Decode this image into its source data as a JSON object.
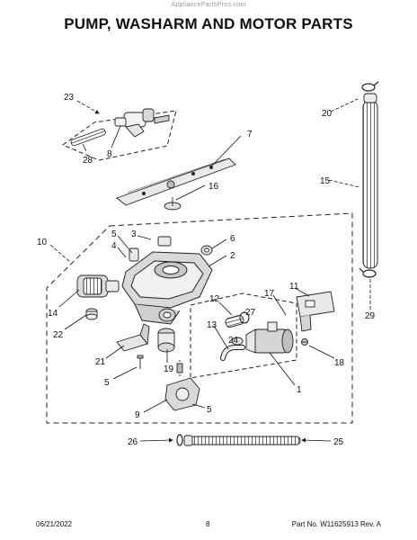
{
  "header": {
    "watermark": "AppliancePartsPros.com",
    "title": "PUMP, WASHARM AND MOTOR PARTS"
  },
  "callouts": {
    "c23": "23",
    "c8": "8",
    "c28": "28",
    "c7": "7",
    "c20": "20",
    "c15": "15",
    "c16": "16",
    "c10": "10",
    "c5a": "5",
    "c3": "3",
    "c4": "4",
    "c6": "6",
    "c2": "2",
    "c14": "14",
    "c22": "22",
    "c11": "11",
    "c17": "17",
    "c12": "12",
    "c27": "27",
    "c13": "13",
    "c24": "24",
    "c29": "29",
    "c18": "18",
    "c21": "21",
    "c19": "19",
    "c5b": "5",
    "c1": "1",
    "c9": "9",
    "c5c": "5",
    "c26": "26",
    "c25": "25"
  },
  "footer": {
    "date": "06/21/2022",
    "page": "8",
    "part": "Part No. W11625913  Rev. A"
  }
}
